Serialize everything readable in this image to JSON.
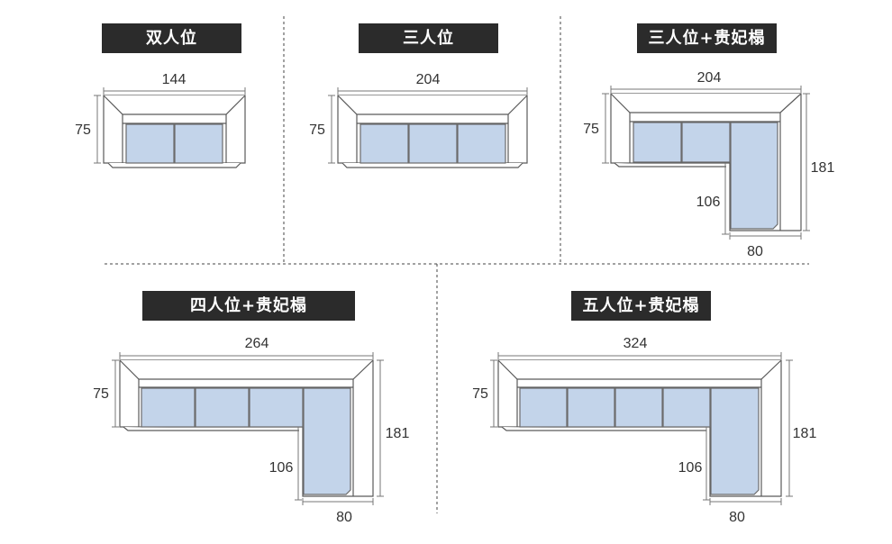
{
  "sections": {
    "double": {
      "title": "双人位",
      "width": "144",
      "depth": "75"
    },
    "triple": {
      "title": "三人位",
      "width": "204",
      "depth": "75"
    },
    "triple_chaise": {
      "title": "三人位+贵妃榻",
      "width": "204",
      "depth": "75",
      "total_depth": "181",
      "chaise_length": "106",
      "chaise_width": "80"
    },
    "quad_chaise": {
      "title": "四人位+贵妃榻",
      "width": "264",
      "depth": "75",
      "total_depth": "181",
      "chaise_length": "106",
      "chaise_width": "80"
    },
    "five_chaise": {
      "title": "五人位+贵妃榻",
      "width": "324",
      "depth": "75",
      "total_depth": "181",
      "chaise_length": "106",
      "chaise_width": "80"
    }
  },
  "colors": {
    "title_bg": "#2b2b2b",
    "cushion": "#c3d4ea",
    "outline": "#5a5a5a"
  }
}
